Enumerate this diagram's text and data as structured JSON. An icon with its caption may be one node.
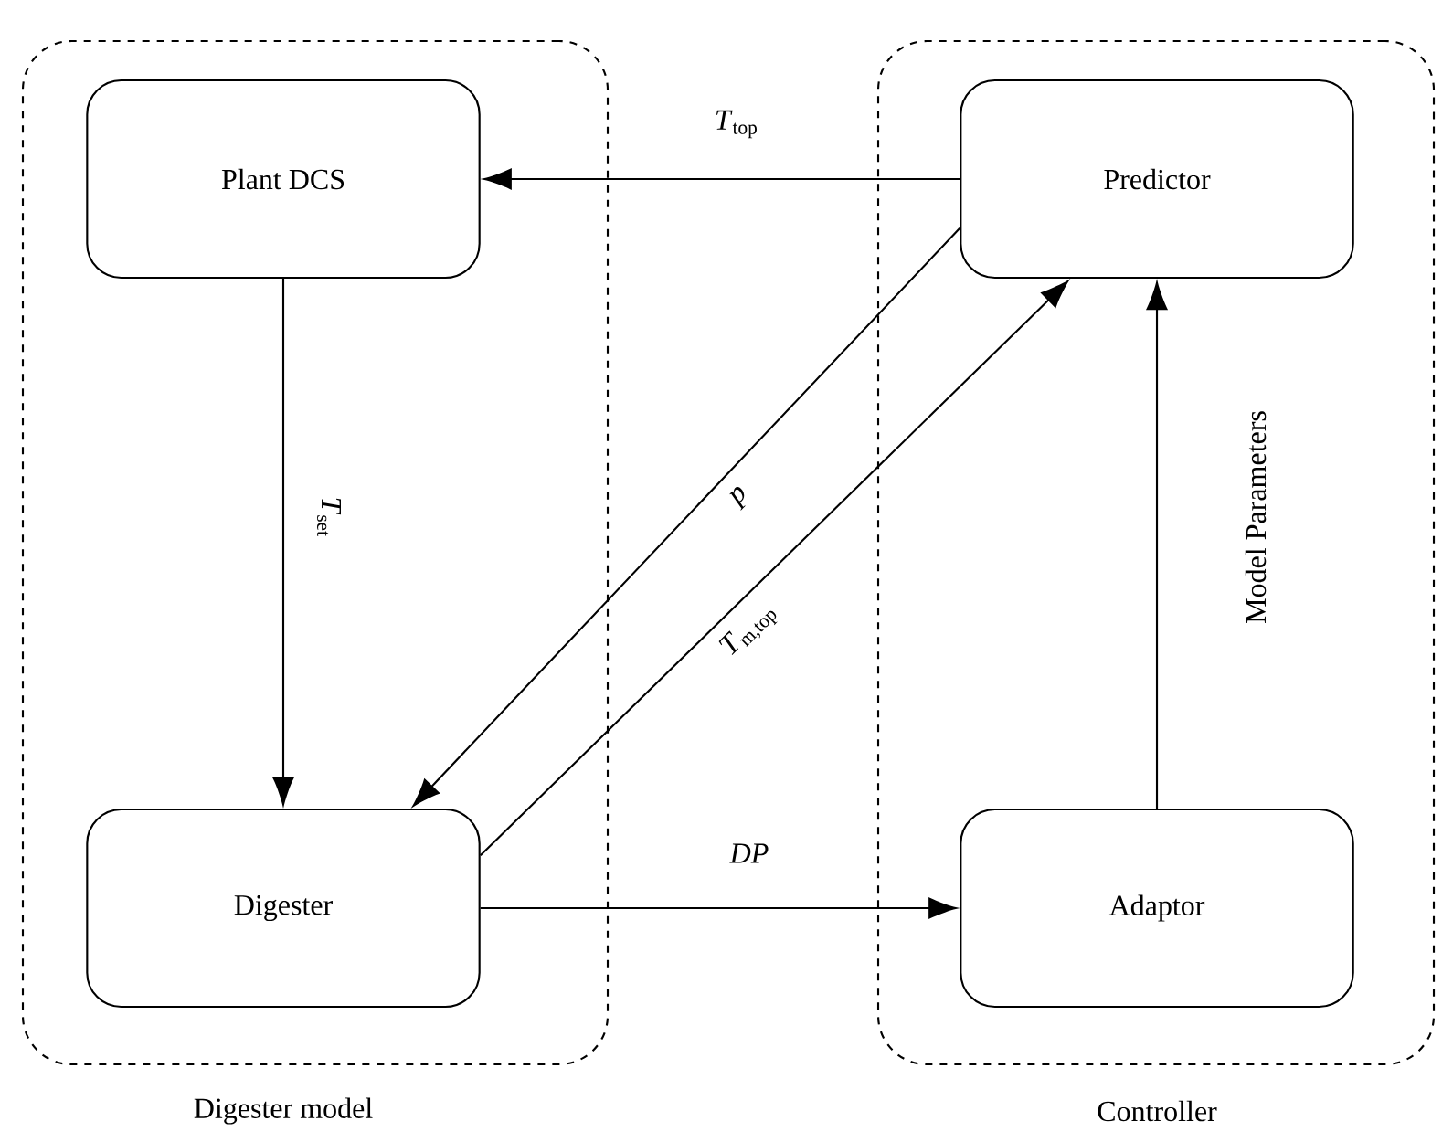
{
  "diagram": {
    "nodes": [
      {
        "text": [
          "Digester model"
        ]
      },
      {
        "text": [
          "Controller"
        ]
      },
      {
        "text": [
          "Plant DCS"
        ],
        "in": 0
      },
      {
        "text": [
          "Digester"
        ],
        "in": 0
      },
      {
        "text": [
          "Predictor"
        ],
        "in": 1
      },
      {
        "text": [
          "Adaptor"
        ],
        "in": 1
      }
    ],
    "edges": [
      {
        "from": 4,
        "to": 2,
        "arrow": "to",
        "label": "*T*$_{top}$"
      },
      {
        "from": 2,
        "to": 3,
        "arrow": "to",
        "label": "*T*$_{set}$"
      },
      {
        "from": 4,
        "to": 3,
        "arrow": "to",
        "label": "p"
      },
      {
        "from": 3,
        "to": 4,
        "arrow": "to",
        "label": "*T*$_{m,top}$"
      },
      {
        "from": 3,
        "to": 5,
        "arrow": "to",
        "label": "DP"
      },
      {
        "from": 5,
        "to": 4,
        "arrow": "to",
        "label": "Model Parameters"
      }
    ]
  }
}
